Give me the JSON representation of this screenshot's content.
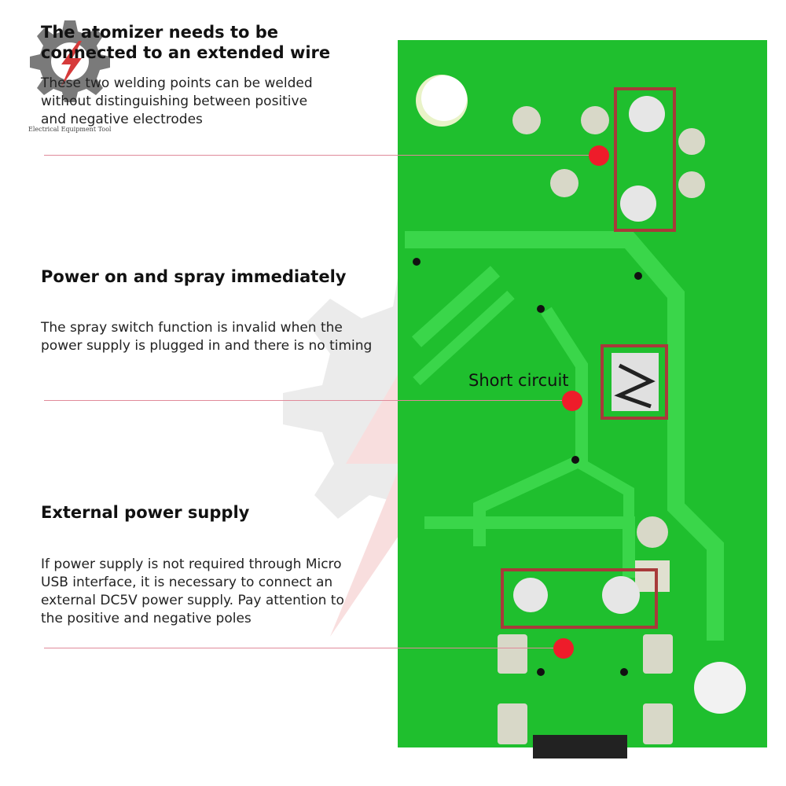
{
  "logo": {
    "caption": "Electrical Equipment Tool",
    "icon": "gear-lightning-logo",
    "colors": {
      "gear": "#7a7a7a",
      "bolt": "#d63a3a"
    }
  },
  "callouts": [
    {
      "heading_lines": [
        "The atomizer needs to be",
        "connected to an extended wire"
      ],
      "body_lines": [
        "These two welding points can be welded",
        "without distinguishing between positive",
        "and negative electrodes"
      ]
    },
    {
      "heading_lines": [
        "Power on and spray immediately"
      ],
      "body_lines": [
        "The spray switch function is invalid when the",
        "power supply is plugged in and there is no timing"
      ]
    },
    {
      "heading_lines": [
        "External power supply"
      ],
      "body_lines": [
        "If power supply is not required through Micro",
        "USB interface, it is necessary to connect an",
        "external DC5V power supply. Pay attention to",
        "the positive and negative poles"
      ]
    }
  ],
  "board_label": "Short circuit",
  "colors": {
    "pcb": "#1fbf2e",
    "trace": "#3ad64a",
    "marker": "#ee1c2a",
    "highlight_box": "#a83a3a",
    "pointer_line": "#e08a9a"
  }
}
